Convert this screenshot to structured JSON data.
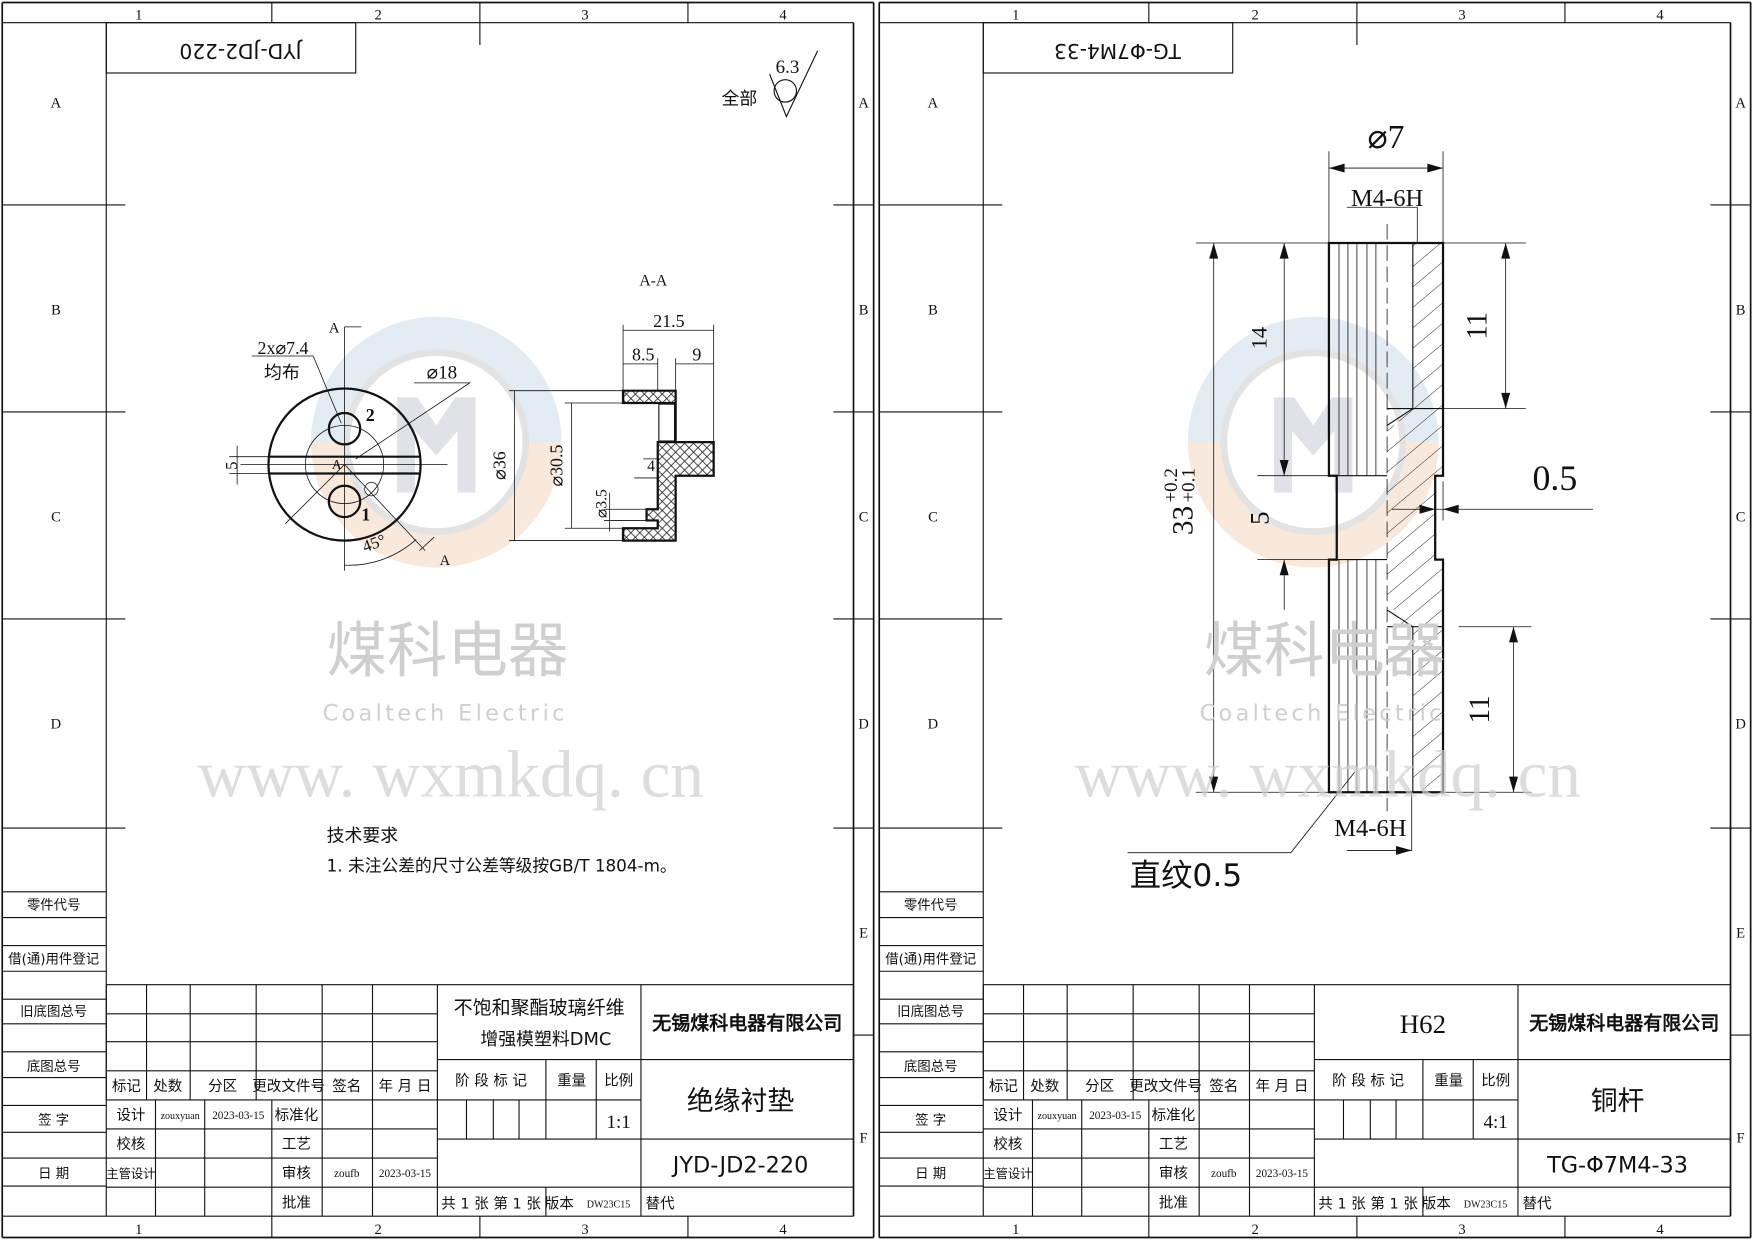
{
  "frame": {
    "columns": [
      "1",
      "2",
      "3",
      "4"
    ],
    "rows": [
      "A",
      "B",
      "C",
      "D",
      "E",
      "F"
    ],
    "side_table": [
      "零件代号",
      "借(通)用件登记",
      "旧底图总号",
      "底图总号",
      "签 字",
      "日 期"
    ],
    "title_header": [
      "标记",
      "处数",
      "分区",
      "更改文件号",
      "签名",
      "年 月 日"
    ],
    "design_label": "设计",
    "check_label": "校核",
    "chief_label": "主管设计",
    "standard_label": "标准化",
    "process_label": "工艺",
    "review_label": "审核",
    "approve_label": "批准",
    "stage_label": "阶 段 标 记",
    "weight_label": "重量",
    "scale_label": "比例",
    "sheets_label": "共 1 张  第 1 张",
    "version_label": "版本",
    "version_value": "DW23C15",
    "replace_label": "替代",
    "designer": "zouxyuan",
    "design_date": "2023-03-15",
    "reviewer": "zoufb",
    "review_date": "2023-03-15",
    "company": "无锡煤科电器有限公司"
  },
  "watermark": {
    "cn": "煤科电器",
    "en": "Coaltech Electric",
    "url": "www. wxmkdq. cn",
    "logo_top_color": "#dde7f1",
    "logo_bottom_color": "#f8e3d4"
  },
  "sheets": [
    {
      "corner_code": "JYD-JD2-220",
      "material": [
        "不饱和聚酯玻璃纤维",
        "增强模塑料DMC"
      ],
      "scale": "1:1",
      "part_name": "绝缘衬垫",
      "part_code": "JYD-JD2-220",
      "drawing": {
        "roughness_scope": "全部",
        "roughness_value": "6.3",
        "section_mark": "A",
        "section_title": "A-A",
        "holes": "2x⌀7.4",
        "holes_note": "均布",
        "pcd": "⌀18",
        "slot": "5",
        "angle": "45°",
        "hole1": "1",
        "hole2": "2",
        "len_total": "21.5",
        "len_a": "8.5",
        "len_b": "9",
        "dia_outer": "⌀36",
        "dia_inner": "⌀30.5",
        "dia_small": "⌀3.5",
        "depth": "4",
        "tech_title": "技术要求",
        "tech_note": "1. 未注公差的尺寸公差等级按GB/T 1804-m。"
      }
    },
    {
      "corner_code": "TG-Φ7M4-33",
      "material": [
        "H62"
      ],
      "scale": "4:1",
      "part_name": "铜杆",
      "part_code": "TG-Φ7M4-33",
      "drawing": {
        "dia": "⌀7",
        "thread_top": "M4-6H",
        "thread_bottom": "M4-6H",
        "length": "33",
        "tol_upper": "+0.2",
        "tol_lower": "+0.1",
        "len_14": "14",
        "len_5": "5",
        "len_11_top": "11",
        "len_11_bottom": "11",
        "recess": "0.5",
        "knurl": "直纹0.5"
      }
    }
  ]
}
